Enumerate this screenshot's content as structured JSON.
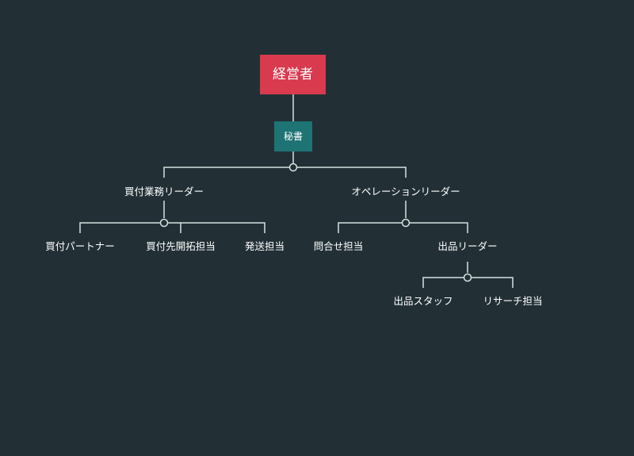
{
  "colors": {
    "background": "#223036",
    "root_fill": "#d93a4e",
    "secretary_fill": "#1e7373",
    "connector": "#d6e2e0",
    "text": "#ffffff"
  },
  "org": {
    "root": "経営者",
    "secretary": "秘書",
    "buying_leader": "買付業務リーダー",
    "ops_leader": "オペレーションリーダー",
    "buying_partner": "買付パートナー",
    "buying_dev": "買付先開拓担当",
    "shipping": "発送担当",
    "inquiry": "問合せ担当",
    "listing_leader": "出品リーダー",
    "listing_staff": "出品スタッフ",
    "research": "リサーチ担当"
  }
}
